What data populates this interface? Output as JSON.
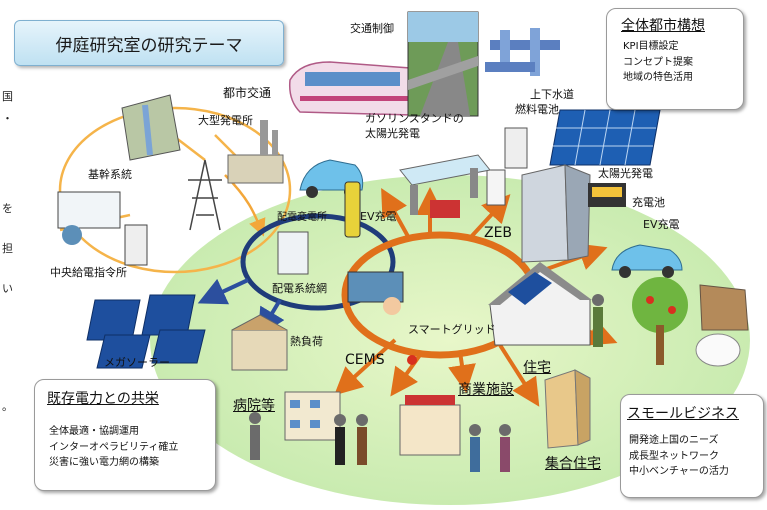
{
  "title": "伊庭研究室の研究テーマ",
  "labels": {
    "traffic_control": "交通制御",
    "urban_transport": "都市交通",
    "gas_station_solar_line1": "ガソリンスタンドの",
    "gas_station_solar_line2": "太陽光発電",
    "water_supply": "上下水道",
    "fuel_cell": "燃料電池",
    "large_power_plant": "大型発電所",
    "trunk_grid": "基幹系統",
    "substation": "配電変電所",
    "ev_charging_1": "EV充電",
    "zeb": "ZEB",
    "solar_power": "太陽光発電",
    "battery": "充電池",
    "ev_charging_2": "EV充電",
    "central_dispatch": "中央給電指令所",
    "distribution_network": "配電系統網",
    "mega_solar": "メガソーラー",
    "heat_load": "熱負荷",
    "smart_grid": "スマートグリッド",
    "cems": "CEMS",
    "housing": "住宅",
    "commercial": "商業施設",
    "hospital": "病院等",
    "apartments": "集合住宅"
  },
  "boxes": {
    "city_plan": {
      "title": "全体都市構想",
      "items": [
        "KPI目標設定",
        "コンセプト提案",
        "地域の特色活用"
      ]
    },
    "coexist": {
      "title": "既存電力との共栄",
      "items": [
        "全体最適・協調運用",
        "インターオペラビリティ確立",
        "災害に強い電力網の構築"
      ]
    },
    "small_biz": {
      "title": "スモールビジネス",
      "items": [
        "開発途上国のニーズ",
        "成長型ネットワーク",
        "中小ベンチャーの活力"
      ]
    }
  },
  "edge_chars": [
    "国",
    "・",
    "を",
    "担",
    "い",
    "。"
  ]
}
